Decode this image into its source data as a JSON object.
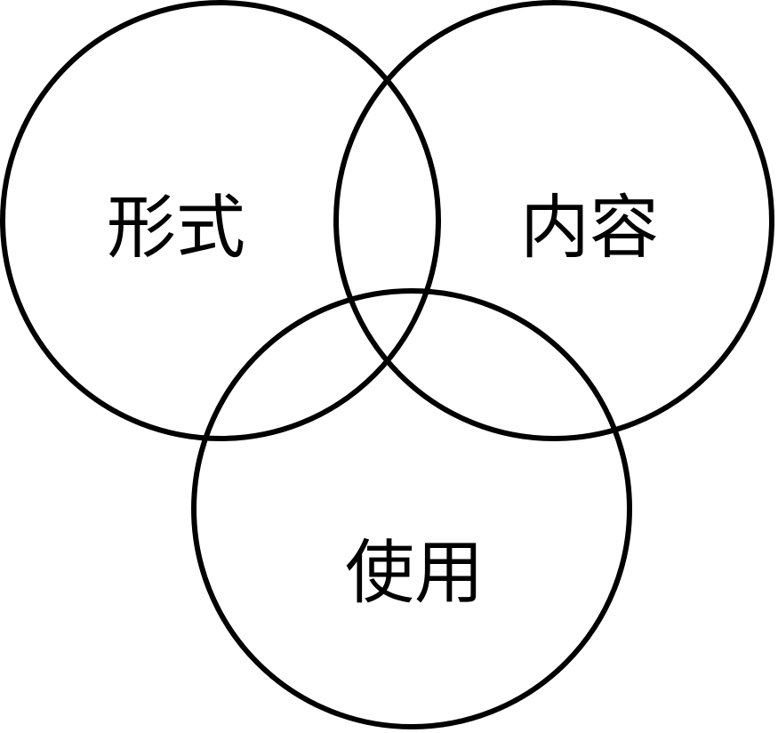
{
  "diagram": {
    "type": "venn-3",
    "circles": [
      {
        "id": "form",
        "label": "形式"
      },
      {
        "id": "content",
        "label": "内容"
      },
      {
        "id": "use",
        "label": "使用"
      }
    ],
    "stroke_color": "#000000",
    "fill_color": "none",
    "background": "#ffffff"
  }
}
